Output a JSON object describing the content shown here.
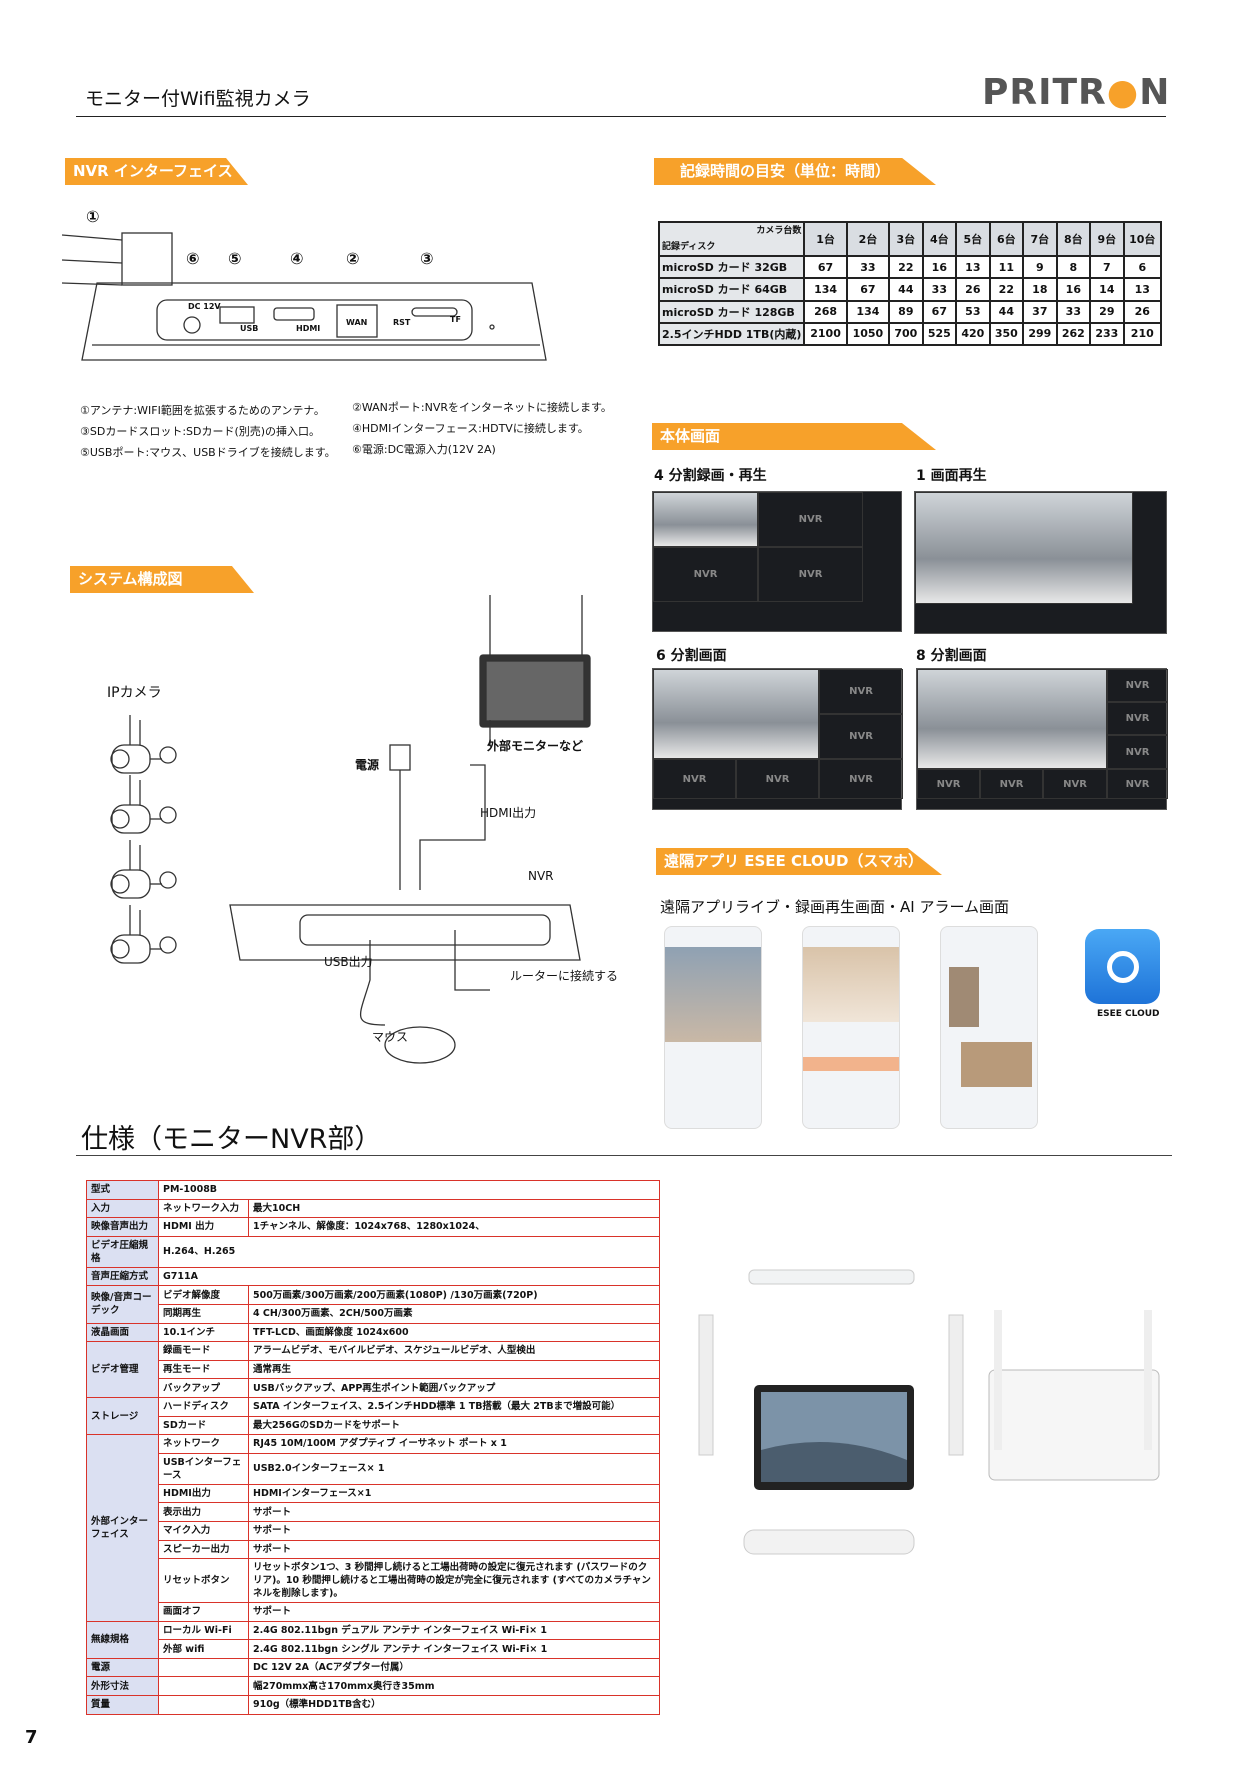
{
  "header": {
    "title": "モニター付Wifi監視カメラ",
    "logo": "PRITRON",
    "accent": "#f7a12a"
  },
  "nvr_interface": {
    "banner": "NVR インターフェイス",
    "callouts": [
      "①",
      "⑥",
      "⑤",
      "④",
      "②",
      "③"
    ],
    "port_labels": [
      "DC 12V",
      "USB",
      "HDMI",
      "WAN",
      "RST",
      "TF"
    ],
    "notes": [
      "①アンテナ:WIFI範囲を拡張するためのアンテナ。",
      "②WANポート:NVRをインターネットに接続します。",
      "③SDカードスロット:SDカード(別売)の挿入口。",
      "④HDMIインターフェース:HDTVに接続します。",
      "⑤USBポート:マウス、USBドライブを接続します。",
      "⑥電源:DC電源入力(12V 2A)"
    ]
  },
  "recording": {
    "banner": "記録時間の目安（単位：時間）",
    "corner_top": "カメラ台数",
    "corner_bottom": "記録ディスク",
    "columns": [
      "1台",
      "2台",
      "3台",
      "4台",
      "5台",
      "6台",
      "7台",
      "8台",
      "9台",
      "10台"
    ],
    "rows": [
      {
        "label": "microSD カード 32GB",
        "values": [
          67,
          33,
          22,
          16,
          13,
          11,
          9,
          8,
          7,
          6
        ]
      },
      {
        "label": "microSD カード 64GB",
        "values": [
          134,
          67,
          44,
          33,
          26,
          22,
          18,
          16,
          14,
          13
        ]
      },
      {
        "label": "microSD カード 128GB",
        "values": [
          268,
          134,
          89,
          67,
          53,
          44,
          37,
          33,
          29,
          26
        ]
      },
      {
        "label": "2.5インチHDD 1TB(内蔵)",
        "values": [
          2100,
          1050,
          700,
          525,
          420,
          350,
          299,
          262,
          233,
          210
        ]
      }
    ]
  },
  "body_screens": {
    "banner": "本体画面",
    "labels": [
      "4 分割録画・再生",
      "1 画面再生",
      "6 分割画面",
      "8 分割画面"
    ],
    "nvr_text": "NVR"
  },
  "system": {
    "banner": "システム構成図",
    "labels": {
      "camera": "IPカメラ",
      "power": "電源",
      "monitor": "外部モニターなど",
      "hdmi": "HDMI出力",
      "nvr": "NVR",
      "usb": "USB出力",
      "router": "ルーターに接続する",
      "mouse": "マウス"
    }
  },
  "app": {
    "banner": "遠隔アプリ ESEE CLOUD（スマホ）",
    "subtitle": "遠隔アプリライブ・録画再生画面・AI アラーム画面",
    "icon_label": "ESEE CLOUD"
  },
  "spec": {
    "title": "仕様（モニターNVR部）",
    "groups": [
      {
        "category": "型式",
        "items": [
          {
            "label": "",
            "value": "PM-1008B",
            "span": true
          }
        ]
      },
      {
        "category": "入力",
        "items": [
          {
            "label": "ネットワーク入力",
            "value": "最大10CH"
          }
        ]
      },
      {
        "category": "映像音声出力",
        "items": [
          {
            "label": "HDMI 出力",
            "value": "1チャンネル、解像度：1024x768、1280x1024、"
          }
        ]
      },
      {
        "category": "ビデオ圧縮規格",
        "items": [
          {
            "label": "",
            "value": "H.264、H.265",
            "span": true
          }
        ]
      },
      {
        "category": "音声圧縮方式",
        "items": [
          {
            "label": "",
            "value": "G711A",
            "span": true
          }
        ]
      },
      {
        "category": "映像/音声コーデック",
        "items": [
          {
            "label": "ビデオ解像度",
            "value": "500万画素/300万画素/200万画素(1080P) /130万画素(720P)"
          },
          {
            "label": "同期再生",
            "value": "4 CH/300万画素、2CH/500万画素"
          }
        ]
      },
      {
        "category": "液晶画面",
        "items": [
          {
            "label": "10.1インチ",
            "value": "TFT-LCD、画面解像度 1024x600"
          }
        ]
      },
      {
        "category": "ビデオ管理",
        "items": [
          {
            "label": "録画モード",
            "value": "アラームビデオ、モバイルビデオ、スケジュールビデオ、人型検出"
          },
          {
            "label": "再生モード",
            "value": "通常再生"
          },
          {
            "label": "バックアップ",
            "value": "USBバックアップ、APP再生ポイント範囲バックアップ"
          }
        ]
      },
      {
        "category": "ストレージ",
        "items": [
          {
            "label": "ハードディスク",
            "value": "SATA インターフェイス、2.5インチHDD標準 1 TB搭載（最大 2TBまで増設可能）"
          },
          {
            "label": "SDカード",
            "value": "最大256GのSDカードをサポート"
          }
        ]
      },
      {
        "category": "外部インターフェイス",
        "items": [
          {
            "label": "ネットワーク",
            "value": "RJ45 10M/100M アダプティブ イーサネット ポート x 1"
          },
          {
            "label": "USBインターフェース",
            "value": "USB2.0インターフェース× 1"
          },
          {
            "label": "HDMI出力",
            "value": "HDMIインターフェース×1"
          },
          {
            "label": "表示出力",
            "value": "サポート"
          },
          {
            "label": "マイク入力",
            "value": "サポート"
          },
          {
            "label": "スピーカー出力",
            "value": "サポート"
          },
          {
            "label": "リセットボタン",
            "value": "リセットボタン1つ、3 秒間押し続けると工場出荷時の設定に復元されます (パスワードのクリア)。10 秒間押し続けると工場出荷時の設定が完全に復元されます (すべてのカメラチャンネルを削除します)。"
          },
          {
            "label": "画面オフ",
            "value": "サポート"
          }
        ]
      },
      {
        "category": "無線規格",
        "items": [
          {
            "label": "ローカル Wi-Fi",
            "value": "2.4G 802.11bgn デュアル アンテナ インターフェイス Wi-Fi× 1"
          },
          {
            "label": "外部 wifi",
            "value": "2.4G 802.11bgn シングル アンテナ インターフェイス Wi-Fi× 1"
          }
        ]
      },
      {
        "category": "電源",
        "items": [
          {
            "label": "",
            "value": "DC 12V 2A（ACアダプター付属）"
          }
        ]
      },
      {
        "category": "外形寸法",
        "items": [
          {
            "label": "",
            "value": "幅270mmx高さ170mmx奥行き35mm"
          }
        ]
      },
      {
        "category": "質量",
        "items": [
          {
            "label": "",
            "value": "910g（標準HDD1TB含む）"
          }
        ]
      }
    ]
  },
  "page_number": "7"
}
